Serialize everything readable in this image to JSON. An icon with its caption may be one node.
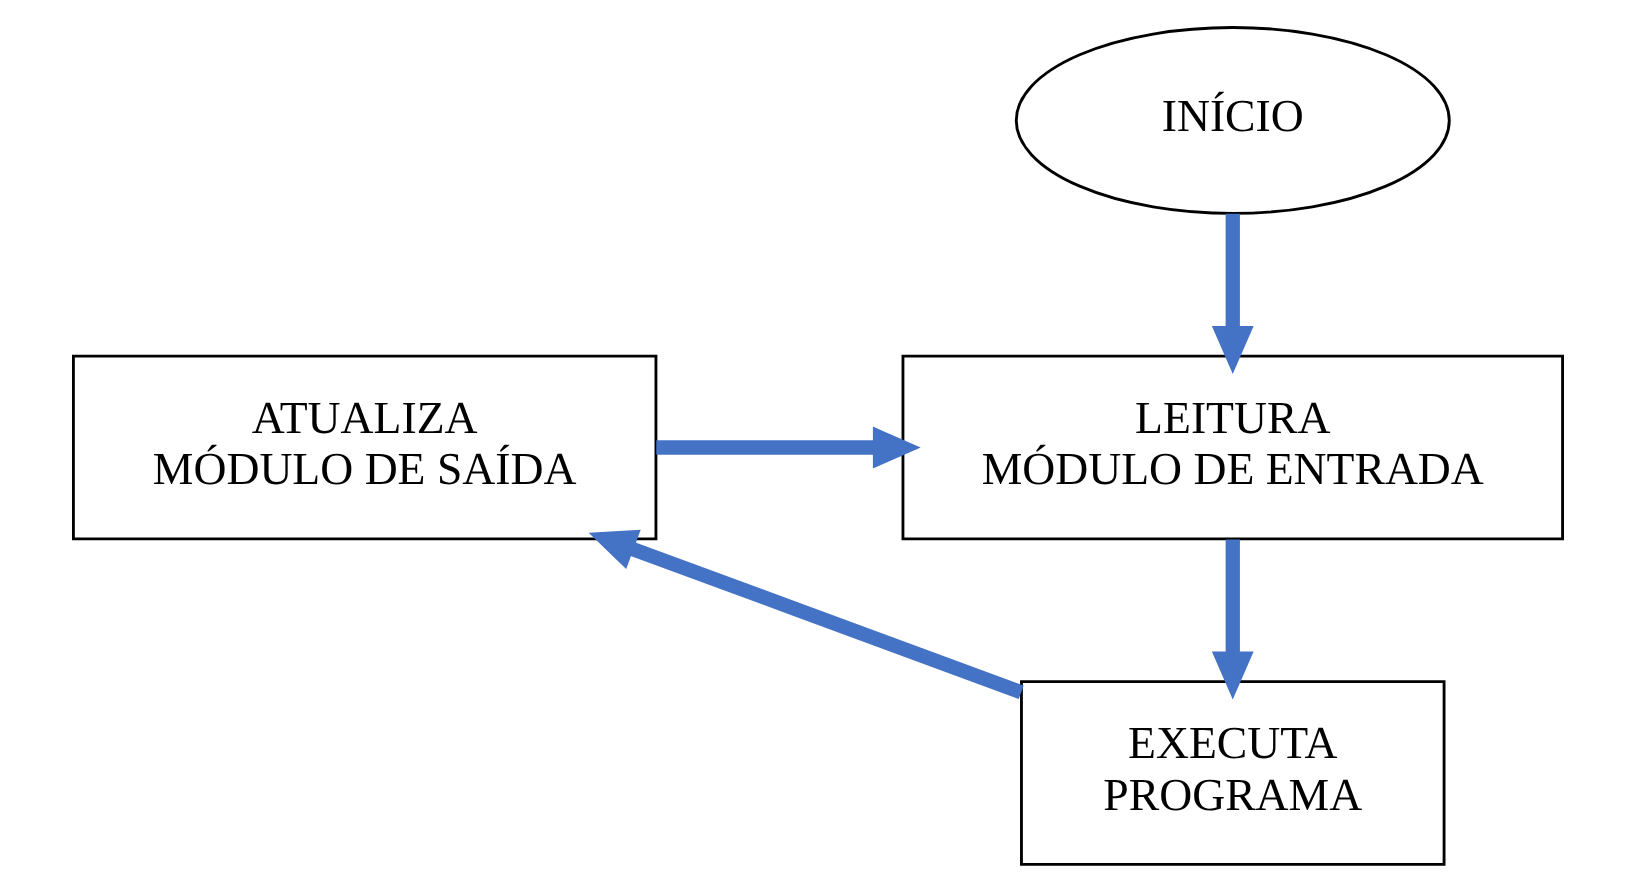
{
  "diagram": {
    "nodes": [
      {
        "text": [
          "INÍCIO"
        ]
      },
      {
        "text": [
          "LEITURA",
          "MÓDULO DE ENTRADA"
        ]
      },
      {
        "text": [
          "ATUALIZA",
          "MÓDULO DE SAÍDA"
        ]
      },
      {
        "text": [
          "EXECUTA",
          "PROGRAMA"
        ]
      }
    ],
    "edges": [
      {
        "from": 0,
        "to": 1,
        "arrow": "to"
      },
      {
        "from": 2,
        "to": 1,
        "arrow": "to"
      },
      {
        "from": 1,
        "to": 3,
        "arrow": "to"
      },
      {
        "from": 3,
        "to": 2,
        "arrow": "to"
      }
    ]
  }
}
